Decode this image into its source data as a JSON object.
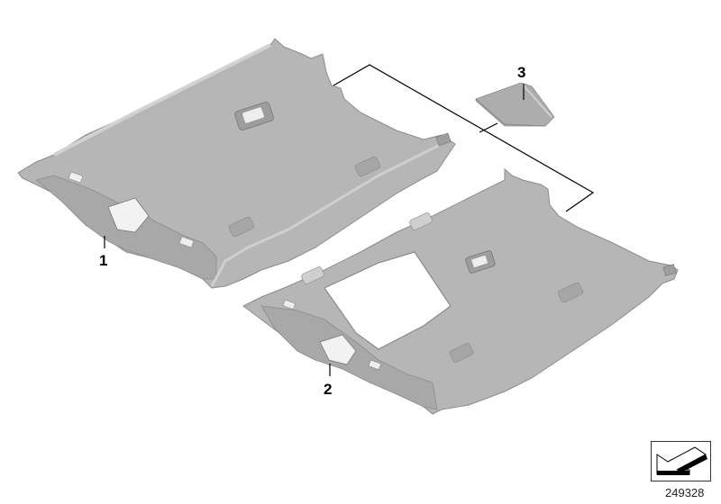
{
  "diagram": {
    "type": "parts-exploded-view",
    "subject": "Roof headliner",
    "colors": {
      "part_fill": "#b4b4b4",
      "part_fill_dark": "#9a9a9a",
      "part_edge": "#8a8a8a",
      "highlight": "#d4d4d4",
      "leader_line": "#000000",
      "background": "#ffffff"
    }
  },
  "callouts": [
    {
      "number": "1",
      "part": "headliner-without-sunroof"
    },
    {
      "number": "2",
      "part": "headliner-with-sunroof-opening"
    },
    {
      "number": "3",
      "part": "trim-strip"
    }
  ],
  "footer": {
    "diagram_number": "249328",
    "nav_icon": "arrow-down-left-icon"
  }
}
